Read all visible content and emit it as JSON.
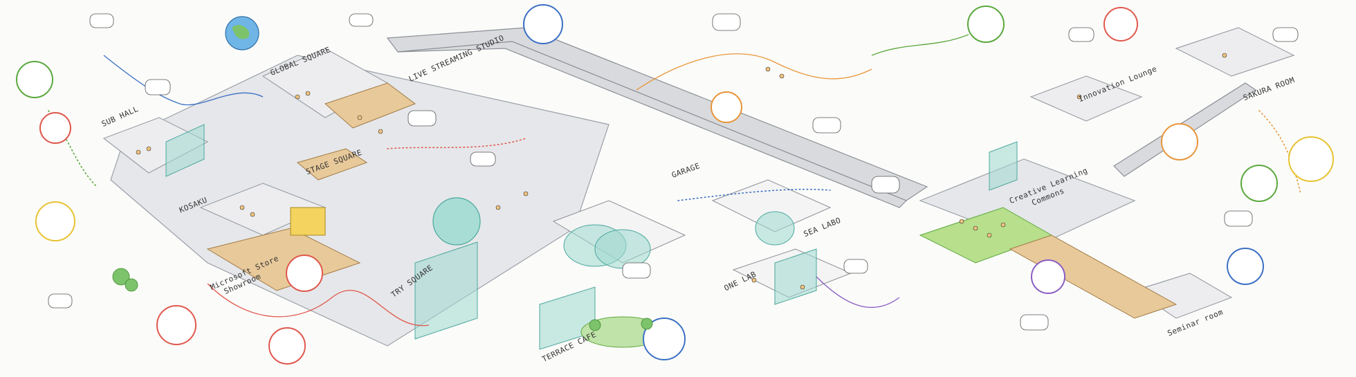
{
  "labels": {
    "sub_hall": "SUB HALL",
    "global_square": "GLOBAL SQUARE",
    "live_streaming_studio": "LIVE STREAMING STUDIO",
    "stage_square": "STAGE SQUARE",
    "kosaku": "KOSAKU",
    "microsoft_store_showroom_1": "Microsoft Store",
    "microsoft_store_showroom_2": "Showroom",
    "try_square": "TRY SQUARE",
    "garage": "GARAGE",
    "terrace_cafe": "TERRACE CAFE",
    "sea_labo": "SEA LABO",
    "one_lab": "ONE LAB",
    "creative_learning_commons_1": "Creative Learning",
    "creative_learning_commons_2": "Commons",
    "innovation_lounge": "Innovation Lounge",
    "sakura_room": "SAKURA ROOM",
    "seminar_room": "Seminar room"
  },
  "colors": {
    "accent_teal": "#4ba89d",
    "path_blue": "#3b6fc4",
    "path_red": "#e0574c",
    "path_green": "#5aa83c",
    "path_orange": "#e8963a",
    "path_purple": "#8a5cc4"
  }
}
